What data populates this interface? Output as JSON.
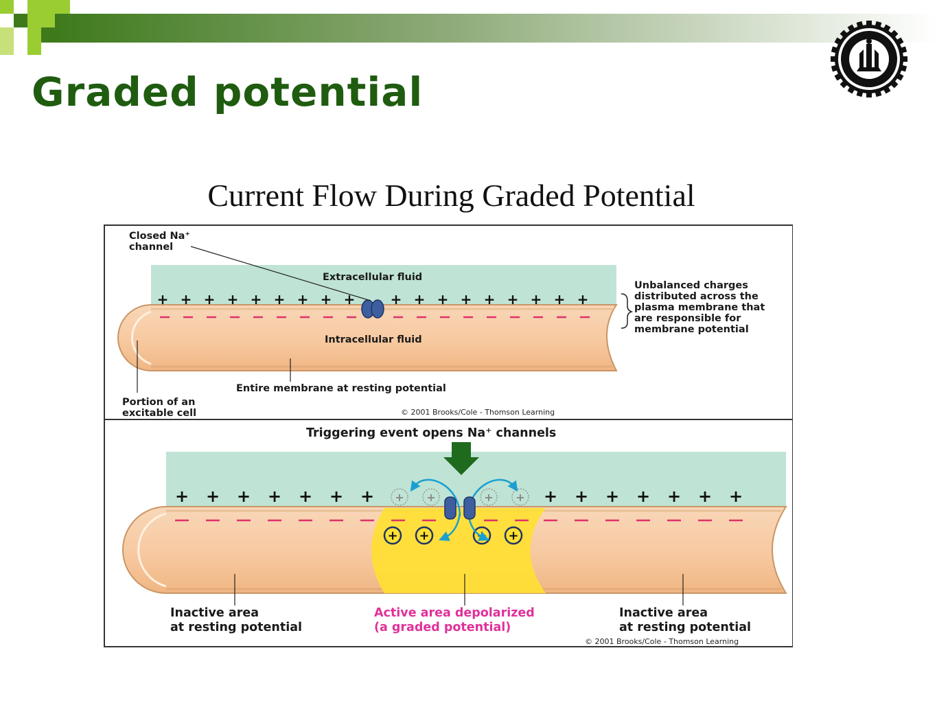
{
  "slide": {
    "title": "Graded potential",
    "logo_icon": "university-seal-icon"
  },
  "figure": {
    "title": "Current Flow During Graded Potential",
    "top_panel": {
      "closed_channel_label": [
        "Closed Na⁺",
        "channel"
      ],
      "extracellular_label": "Extracellular fluid",
      "intracellular_label": "Intracellular fluid",
      "unbalanced_label": [
        "Unbalanced charges",
        "distributed across the",
        "plasma membrane that",
        "are responsible for",
        "membrane potential"
      ],
      "resting_label": "Entire membrane at resting potential",
      "portion_label": [
        "Portion of an",
        "excitable cell"
      ],
      "copyright": "© 2001 Brooks/Cole - Thomson Learning"
    },
    "bottom_panel": {
      "trigger_label": "Triggering event opens Na⁺ channels",
      "inactive_left": [
        "Inactive area",
        "at resting potential"
      ],
      "active_label": [
        "Active area depolarized",
        "(a graded potential)"
      ],
      "inactive_right": [
        "Inactive area",
        "at resting potential"
      ],
      "copyright": "© 2001 Brooks/Cole - Thomson Learning"
    },
    "colors": {
      "extracellular": "#bfe3d4",
      "cytoplasm": "#f8cfa8",
      "membrane": "#e8b27a",
      "active_zone": "#ffe033",
      "channel": "#3d5fa0",
      "negative_charge": "#e0306a",
      "trigger_arrow": "#1e6b1e",
      "current_arrow": "#1aa0d0",
      "title_green": "#1f5c10"
    }
  }
}
